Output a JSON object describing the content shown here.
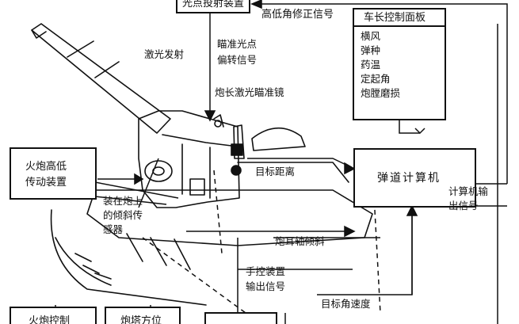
{
  "boxes": {
    "spot_deflector": "光点投射装置",
    "commander_panel": {
      "title": "车长控制面板",
      "items": [
        "横风",
        "弹种",
        "药温",
        "定起角",
        "炮膛磨损"
      ]
    },
    "elevation_drive": [
      "火炮高低",
      "传动装置"
    ],
    "ballistic_computer": "弹道计算机",
    "fire_control": "火炮控制",
    "turret_azimuth": "炮塔方位"
  },
  "labels": {
    "elevation_correction": "高低角修正信号",
    "laser_fire": "激光发射",
    "aim_spot_deflection": [
      "瞄准光点",
      "偏转信号"
    ],
    "laser_sight": "炮长激光瞄准镜",
    "target_range": "目标距离",
    "tilt_sensor": [
      "装在炮上",
      "的倾斜传",
      "感器"
    ],
    "computer_output": [
      "计算机输",
      "出信号"
    ],
    "trunnion_tilt": "炮耳轴倾斜",
    "manual_output": [
      "手控装置",
      "输出信号"
    ],
    "target_angular_speed": "目标角速度"
  }
}
